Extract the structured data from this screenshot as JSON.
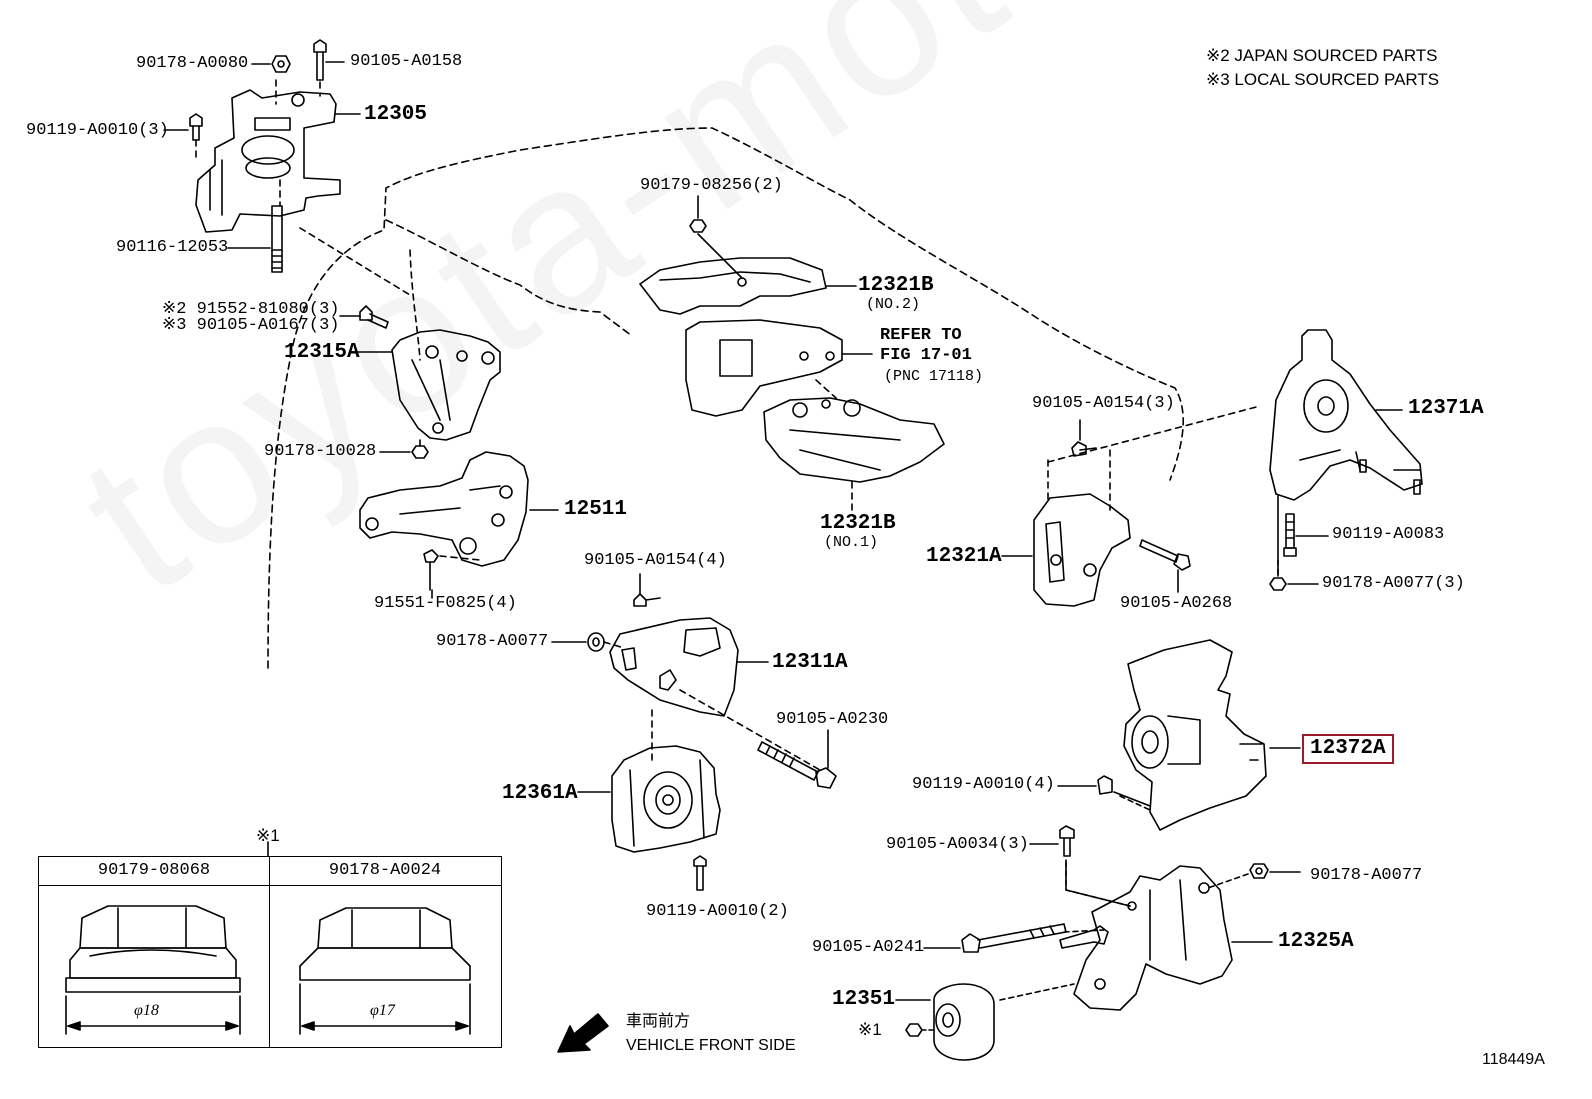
{
  "legend": {
    "line1": "※2 JAPAN SOURCED PARTS",
    "line2": "※3 LOCAL SOURCED PARTS"
  },
  "watermark": "toyota-motors.ru",
  "labels": {
    "p90178_A0080": "90178-A0080",
    "p90105_A0158": "90105-A0158",
    "p12305": "12305",
    "p90119_A0010_3": "90119-A0010(3)",
    "p90116_12053": "90116-12053",
    "p91552_81080_3": "※2 91552-81080(3)",
    "p90105_A0167_3": "※3 90105-A0167(3)",
    "p12315A": "12315A",
    "p90178_10028": "90178-10028",
    "p12511": "12511",
    "p91551_F0825_4": "91551-F0825(4)",
    "p90179_08256_2": "90179-08256(2)",
    "p12321B_2": "12321B",
    "p12321B_2_sub": "(NO.2)",
    "refer1": "REFER TO",
    "refer2": "FIG 17-01",
    "refer3": "(PNC 17118)",
    "p12321B_1": "12321B",
    "p12321B_1_sub": "(NO.1)",
    "p90105_A0154_4": "90105-A0154(4)",
    "p90178_A0077a": "90178-A0077",
    "p12311A": "12311A",
    "p90105_A0230": "90105-A0230",
    "p12361A": "12361A",
    "p90119_A0010_2": "90119-A0010(2)",
    "star1": "※1",
    "p90105_A0154_3": "90105-A0154(3)",
    "p12321A": "12321A",
    "p90105_A0268": "90105-A0268",
    "p12371A": "12371A",
    "p90119_A0083": "90119-A0083",
    "p90178_A0077_3": "90178-A0077(3)",
    "p12372A": "12372A",
    "p90119_A0010_4": "90119-A0010(4)",
    "p90105_A0034_3": "90105-A0034(3)",
    "p90178_A0077b": "90178-A0077",
    "p90105_A0241": "90105-A0241",
    "p12325A": "12325A",
    "p12351": "12351",
    "star1b": "※1",
    "front_jp": "車両前方",
    "front_en": "VEHICLE FRONT SIDE",
    "fig_id": "118449A"
  },
  "nut_table": {
    "col1_header": "90179-08068",
    "col2_header": "90178-A0024",
    "col1_dim": "φ18",
    "col2_dim": "φ17"
  },
  "highlight_color": "#9b1b2b"
}
